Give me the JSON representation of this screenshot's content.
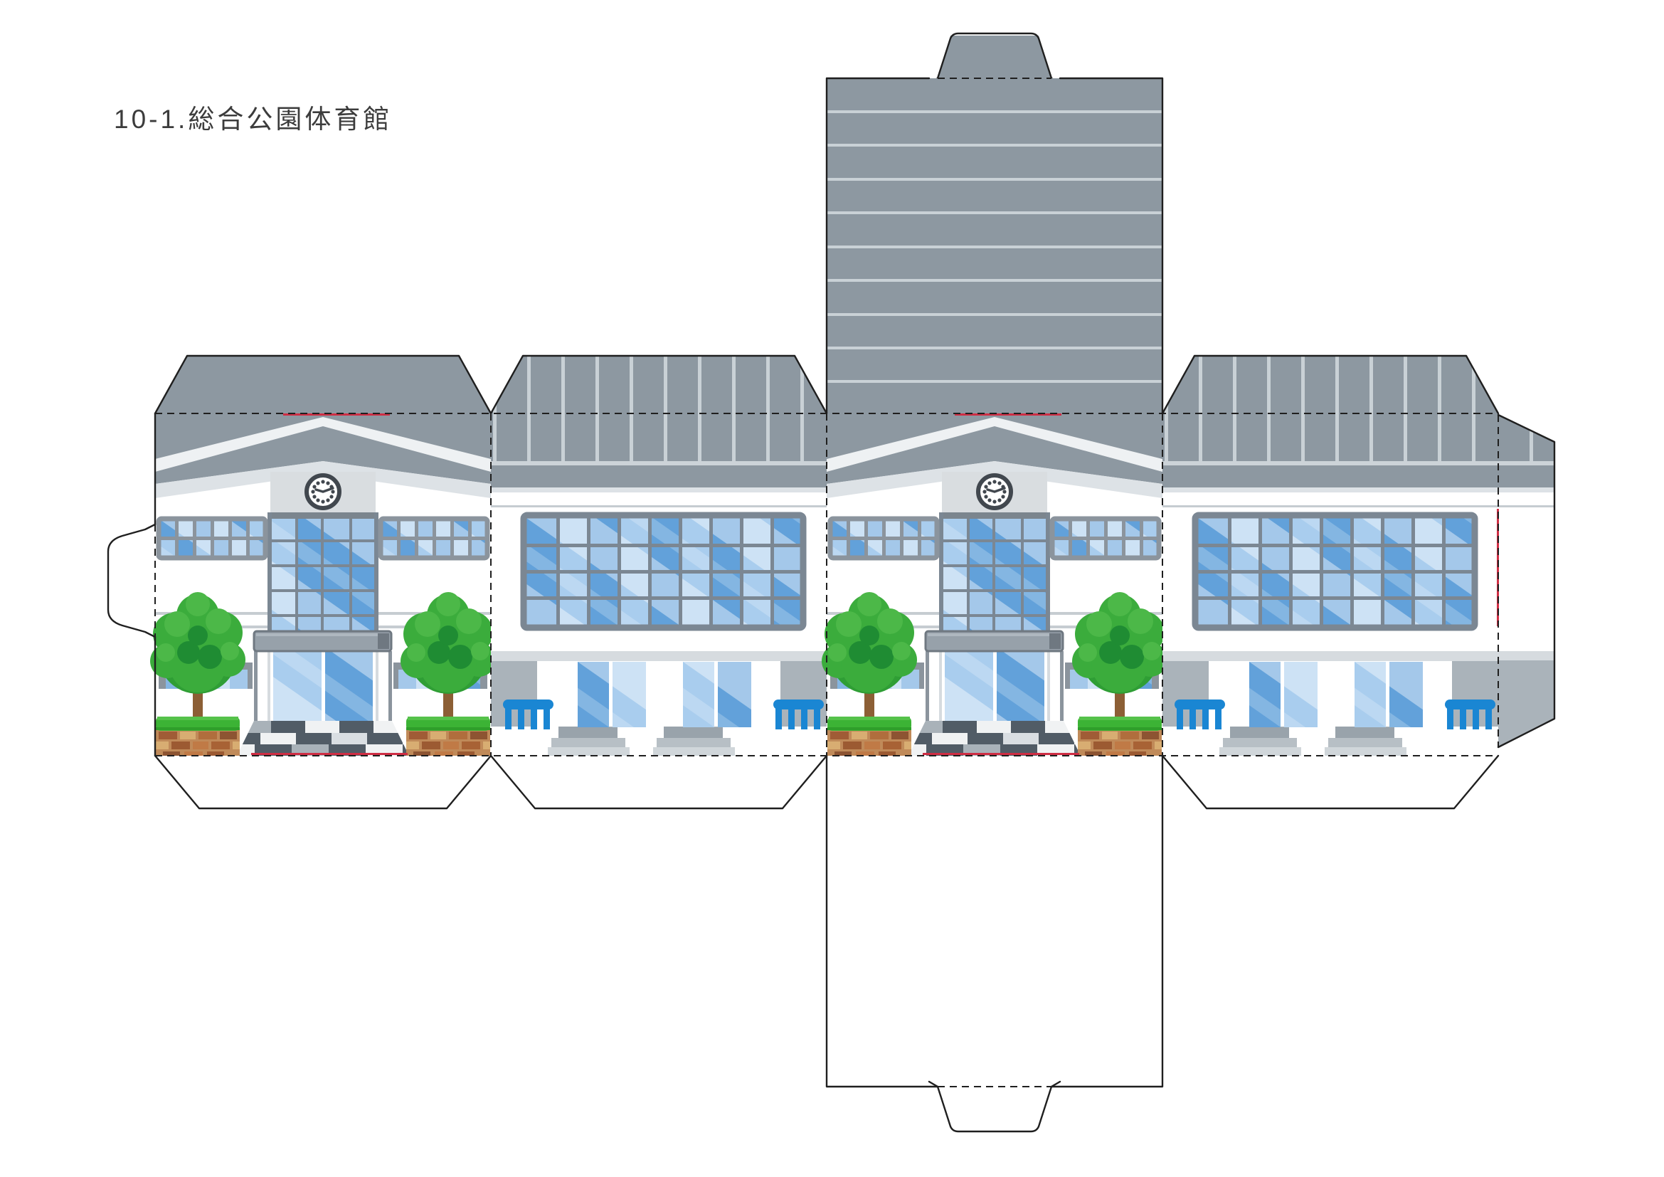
{
  "page": {
    "title": "10-1.総合公園体育館",
    "background": "#ffffff"
  },
  "sheet": {
    "kind": "papercraft-building-net",
    "face_count": 4,
    "has_roof_panel": true,
    "has_bottom_panel": true,
    "glue_tab_count": 4,
    "fold_line_style": "dashed",
    "cut_line_style": "solid"
  },
  "palette": {
    "ink": "#1f1f1f",
    "red": "#cf2e44",
    "roofGray": "#8d98a1",
    "roofStripe": "#c9d1d6",
    "stripeWhite": "#eef1f3",
    "eaveLight": "#dde2e6",
    "eaveBand": "#ccd3d8",
    "thinLine": "#c6ccd1",
    "clockBlock": "#d9dde0",
    "mullion": "#7b8793",
    "frameGray": "#8b949d",
    "glassMed": "#62a1da",
    "glassLight": "#a9cdee",
    "canopy": "#97a1aa",
    "canopyDark": "#6f7881",
    "canopyLite": "#aeb7bf",
    "fascia": "#d6dbdf",
    "pillar": "#aab3ba",
    "stepDark": "#99a3ab",
    "stepMid": "#b7bfc5",
    "stepLight": "#d0d6da",
    "fenceBlue": "#1a86d3",
    "grass": "#3cb335",
    "grassDark": "#2f9e2a",
    "trunk": "#8c5f35",
    "treeBase": "#3bac3c",
    "treeDark": "#2f9e35",
    "treeLight": "#4cb848",
    "treeShadow": "#1f8c33",
    "brickBase": "#c08a59",
    "checkDark": "#515c66",
    "checkWhite": "#f0f2f3",
    "checkMid": "#a9b2b9",
    "checkLight": "#d9dee2"
  }
}
